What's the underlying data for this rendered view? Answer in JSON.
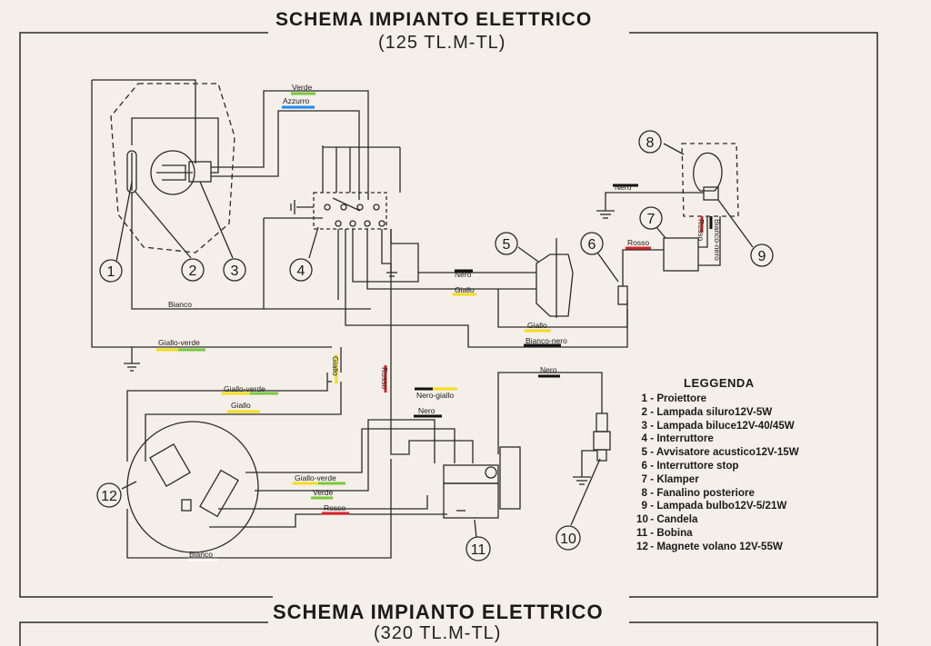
{
  "header": {
    "title": "SCHEMA IMPIANTO ELETTRICO",
    "subtitle": "(125 TL.M-TL)"
  },
  "footer": {
    "title": "SCHEMA IMPIANTO ELETTRICO",
    "subtitle": "(320 TL.M-TL)"
  },
  "wire_labels": {
    "verde_top": "Verde",
    "azzurro": "Azzurro",
    "nero_8": "Nero",
    "rosso_7": "Rosso",
    "rosso_vert": "Rosso",
    "bianco_nero_vert": "Bianco-nero",
    "nero_5": "Nero",
    "giallo_5": "Giallo",
    "giallo_low": "Giallo",
    "bianco_nero": "Bianco-nero",
    "bianco_1": "Bianco",
    "giallo_verde_ground": "Giallo-verde",
    "giallo_vert": "Giallo",
    "rosso_center": "Rosso",
    "giallo_verde_12": "Giallo-verde",
    "giallo_12": "Giallo",
    "nero_giallo": "Nero-giallo",
    "nero_mid": "Nero",
    "nero_11": "Nero",
    "giallo_verde_low": "Giallo-verde",
    "verde_low": "Verde",
    "rosso_low": "Rosso",
    "bianco_bottom": "Bianco"
  },
  "highlight_colors": {
    "green": "#78c83c",
    "blue": "#1e8cf0",
    "black": "#111111",
    "red": "#d8232a",
    "yellow": "#f2dc1c",
    "white": "#ffffff"
  },
  "callouts": [
    "1",
    "2",
    "3",
    "4",
    "5",
    "6",
    "7",
    "8",
    "9",
    "10",
    "11",
    "12"
  ],
  "legend": {
    "title": "LEGGENDA",
    "items": [
      {
        "num": "1",
        "text": "- Proiettore"
      },
      {
        "num": "2",
        "text": "- Lampada  siluro12V-5W"
      },
      {
        "num": "3",
        "text": "- Lampada  biluce12V-40/45W"
      },
      {
        "num": "4",
        "text": "- Interruttore"
      },
      {
        "num": "5",
        "text": "- Avvisatore acustico12V-15W"
      },
      {
        "num": "6",
        "text": "- Interruttore stop"
      },
      {
        "num": "7",
        "text": "- Klamper"
      },
      {
        "num": "8",
        "text": "- Fanalino posteriore"
      },
      {
        "num": "9",
        "text": "- Lampada bulbo12V-5/21W"
      },
      {
        "num": "10",
        "text": "- Candela"
      },
      {
        "num": "11",
        "text": "- Bobina"
      },
      {
        "num": "12",
        "text": "- Magnete volano 12V-55W"
      }
    ]
  }
}
